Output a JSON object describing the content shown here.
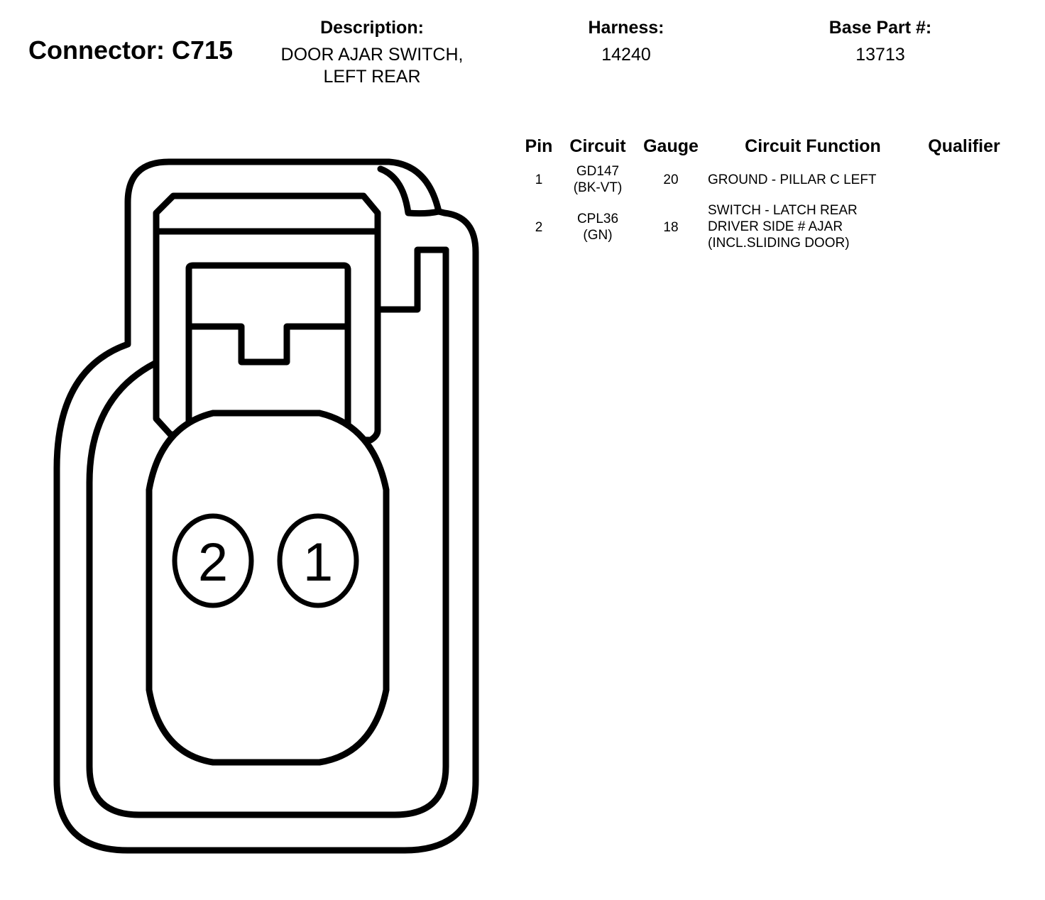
{
  "header": {
    "connector_label": "Connector: C715",
    "description_label": "Description:",
    "description_lines": [
      "DOOR AJAR SWITCH,",
      "LEFT REAR"
    ],
    "harness_label": "Harness:",
    "harness_value": "14240",
    "base_part_label": "Base Part #:",
    "base_part_value": "13713"
  },
  "table": {
    "headers": {
      "pin": "Pin",
      "circuit": "Circuit",
      "gauge": "Gauge",
      "function": "Circuit Function",
      "qualifier": "Qualifier"
    },
    "rows": [
      {
        "pin": "1",
        "circuit_lines": [
          "GD147",
          "(BK-VT)"
        ],
        "gauge": "20",
        "function_lines": [
          "GROUND - PILLAR C LEFT"
        ],
        "qualifier": ""
      },
      {
        "pin": "2",
        "circuit_lines": [
          "CPL36",
          "(GN)"
        ],
        "gauge": "18",
        "function_lines": [
          "SWITCH - LATCH REAR",
          "DRIVER SIDE # AJAR",
          "(INCL.SLIDING DOOR)"
        ],
        "qualifier": ""
      }
    ]
  },
  "diagram": {
    "cavity_labels": [
      "2",
      "1"
    ],
    "stroke_color": "#000000",
    "fill_color": "#ffffff"
  }
}
